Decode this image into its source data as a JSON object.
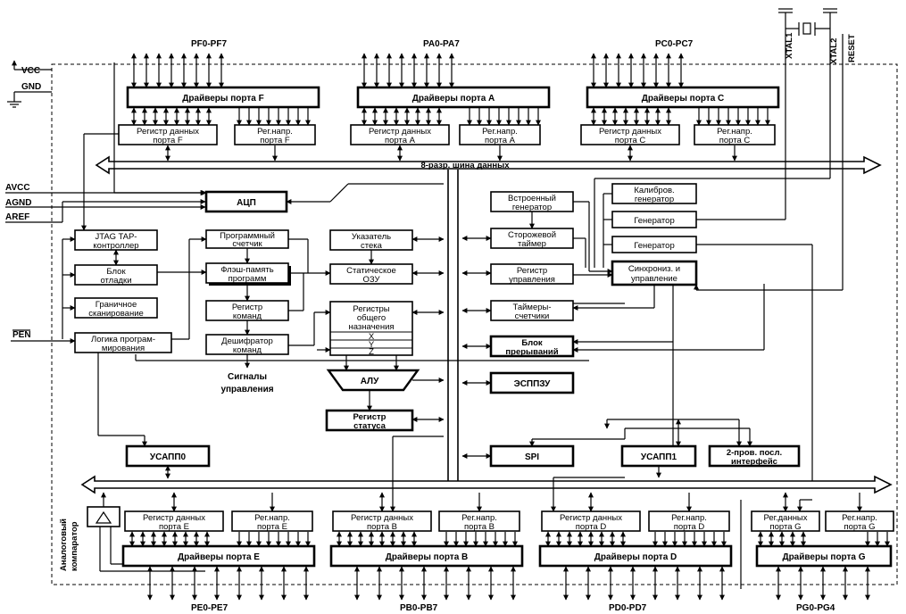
{
  "ports_top": {
    "pf": "PF0-PF7",
    "pa": "PA0-PA7",
    "pc": "PC0-PC7"
  },
  "ports_bottom": {
    "pe": "PE0-PE7",
    "pb": "PB0-PB7",
    "pd": "PD0-PD7",
    "pg": "PG0-PG4"
  },
  "pins": {
    "vcc": "VCC",
    "gnd": "GND",
    "avcc": "AVCC",
    "agnd": "AGND",
    "aref": "AREF",
    "pen": "PEN",
    "xtal1": "XTAL1",
    "xtal2": "XTAL2",
    "reset": "RESET"
  },
  "drivers": {
    "f": "Драйверы порта F",
    "a": "Драйверы порта A",
    "c": "Драйверы порта C",
    "e": "Драйверы порта E",
    "b": "Драйверы порта B",
    "d": "Драйверы порта D",
    "g": "Драйверы порта G"
  },
  "regs_top": {
    "f_data": [
      "Регистр данных",
      "порта F"
    ],
    "f_dir": [
      "Рег.напр.",
      "порта F"
    ],
    "a_data": [
      "Регистр данных",
      "порта A"
    ],
    "a_dir": [
      "Рег.напр.",
      "порта A"
    ],
    "c_data": [
      "Регистр данных",
      "порта C"
    ],
    "c_dir": [
      "Рег.напр.",
      "порта C"
    ]
  },
  "regs_bottom": {
    "e_data": [
      "Регистр данных",
      "порта E"
    ],
    "e_dir": [
      "Рег.напр.",
      "порта E"
    ],
    "b_data": [
      "Регистр данных",
      "порта B"
    ],
    "b_dir": [
      "Рег.напр.",
      "порта B"
    ],
    "d_data": [
      "Регистр данных",
      "порта D"
    ],
    "d_dir": [
      "Рег.напр.",
      "порта D"
    ],
    "g_data": [
      "Рег.данных",
      "порта G"
    ],
    "g_dir": [
      "Рег.напр.",
      "порта G"
    ]
  },
  "bus_label": "8-разр. шина данных",
  "blocks": {
    "adc": "АЦП",
    "jtag": [
      "JTAG TAP-",
      "контроллер"
    ],
    "debug": [
      "Блок",
      "отладки"
    ],
    "boundary": [
      "Граничное",
      "сканирование"
    ],
    "prog_logic": [
      "Логика програм-",
      "мирования"
    ],
    "pc": [
      "Программный",
      "счетчик"
    ],
    "flash": [
      "Флэш-память",
      "программ"
    ],
    "ir": [
      "Регистр",
      "команд"
    ],
    "decoder": [
      "Дешифратор",
      "команд"
    ],
    "signals": [
      "Сигналы",
      "управления"
    ],
    "sp": [
      "Указатель",
      "стека"
    ],
    "sram": [
      "Статическое",
      "ОЗУ"
    ],
    "gpr": [
      "Регистры",
      "общего",
      "назначения"
    ],
    "x": "X",
    "y": "Y",
    "z": "Z",
    "alu": "АЛУ",
    "status": [
      "Регистр",
      "статуса"
    ],
    "int_gen": [
      "Встроенный",
      "генератор"
    ],
    "wdt": [
      "Сторожевой",
      "таймер"
    ],
    "ctrl_reg": [
      "Регистр",
      "управления"
    ],
    "timers": [
      "Таймеры-",
      "счетчики"
    ],
    "int_unit": [
      "Блок",
      "прерываний"
    ],
    "eeprom": "ЭСППЗУ",
    "spi": "SPI",
    "cal_osc": [
      "Калибров.",
      "генератор"
    ],
    "osc1": "Генератор",
    "osc2": "Генератор",
    "sync": [
      "Синхрониз. и",
      "управление"
    ],
    "usart0": "УСАПП0",
    "usart1": "УСАПП1",
    "twi": [
      "2-пров. посл.",
      "интерфейс"
    ],
    "analog_cmp": [
      "Аналоговый",
      "компаратор"
    ]
  }
}
